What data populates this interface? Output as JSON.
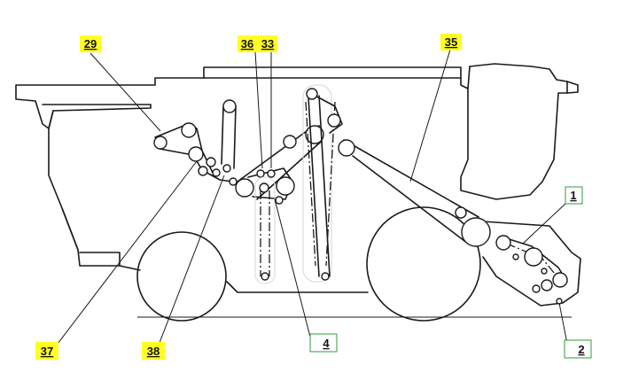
{
  "callouts": {
    "c29": "29",
    "c36": "36",
    "c33": "33",
    "c35": "35",
    "c1": "1",
    "c2": "2",
    "c4": "4",
    "c37": "37",
    "c38": "38"
  },
  "colors": {
    "line": "#1a1a1a",
    "highlight_yellow": "#ffff22",
    "highlight_green_border": "#2e9e3a",
    "background": "#ffffff"
  }
}
